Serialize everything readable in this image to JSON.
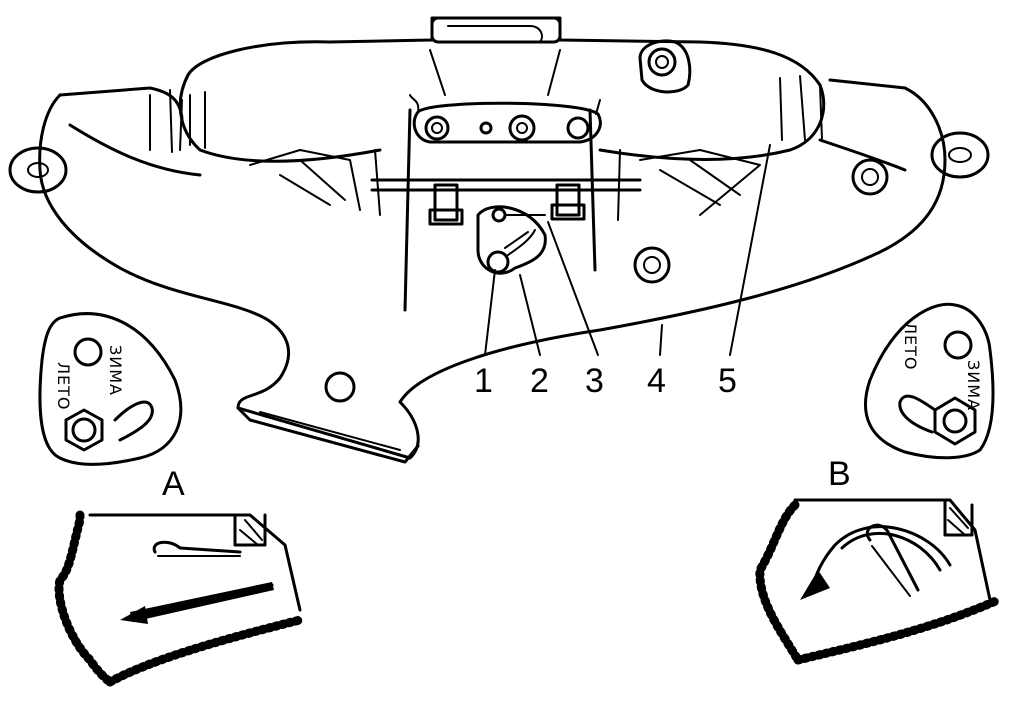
{
  "callouts": [
    "1",
    "2",
    "3",
    "4",
    "5"
  ],
  "views": {
    "a": "A",
    "b": "B"
  },
  "plates": {
    "left": {
      "line1": "ЗИМА",
      "line2": "ЛЕТО"
    },
    "right": {
      "line1": "ЗИМА",
      "line2": "ЛЕТО"
    }
  }
}
